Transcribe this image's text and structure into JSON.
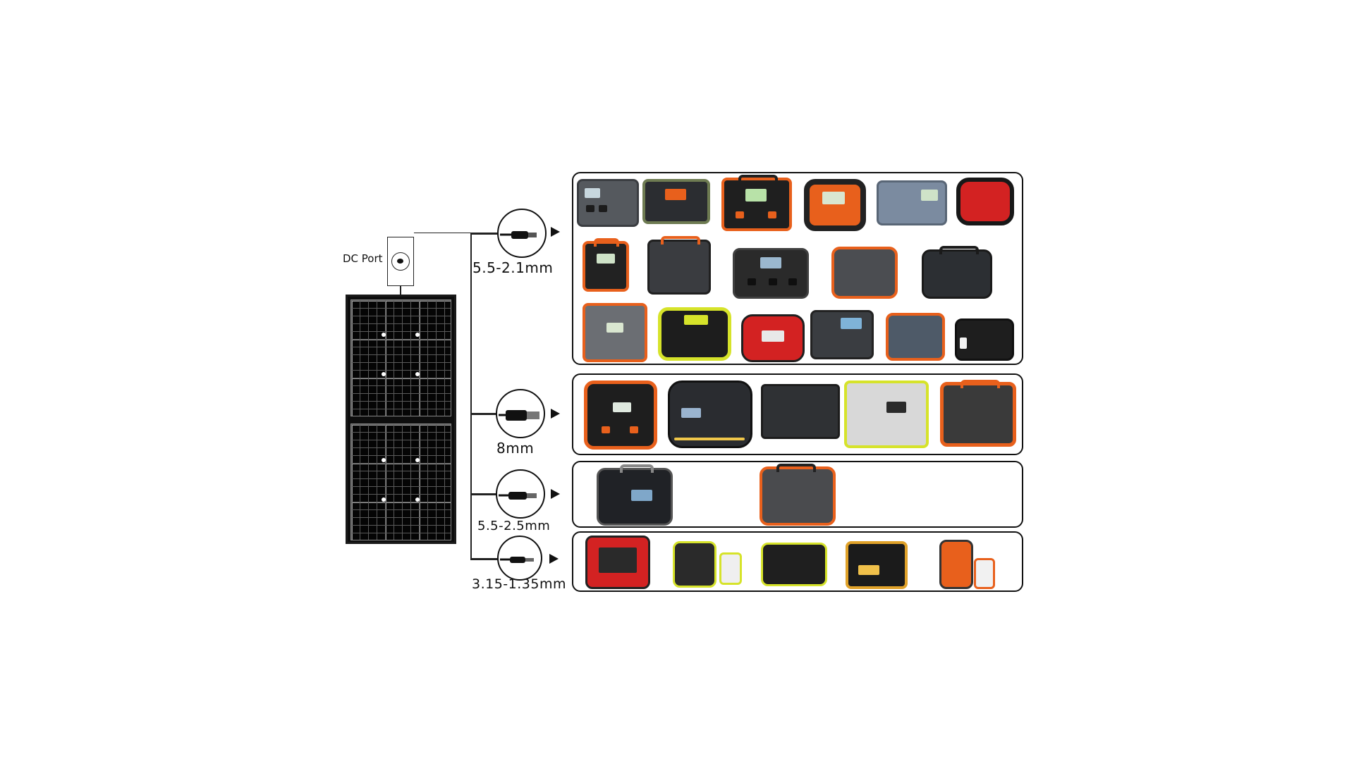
{
  "dc_port_label": "DC Port",
  "connectors": [
    {
      "label": "5.5-2.1mm"
    },
    {
      "label": "8mm"
    },
    {
      "label": "5.5-2.5mm"
    },
    {
      "label": "3.15-1.35mm"
    }
  ],
  "groups": [
    {
      "name": "group-5.5-2.1mm",
      "device_count": 17
    },
    {
      "name": "group-8mm",
      "device_count": 5
    },
    {
      "name": "group-5.5-2.5mm",
      "device_count": 2
    },
    {
      "name": "group-3.15-1.35mm",
      "device_count": 5
    }
  ],
  "colors": {
    "line": "#111111",
    "panel": "#0d0d0d",
    "accent_orange": "#e8601c",
    "accent_red": "#d32222",
    "accent_yellow": "#d6e32a",
    "device_dark": "#2b2d31",
    "device_grey": "#7b8088"
  }
}
